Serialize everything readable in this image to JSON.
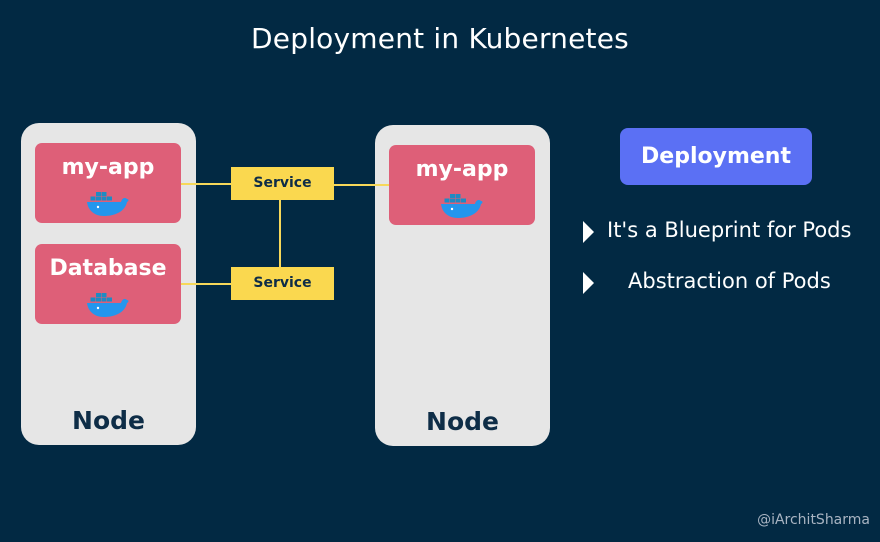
{
  "title": "Deployment in Kubernetes",
  "nodes": [
    {
      "label": "Node"
    },
    {
      "label": "Node"
    }
  ],
  "pods": [
    {
      "label": "my-app",
      "icon": "docker-whale-icon"
    },
    {
      "label": "Database",
      "icon": "docker-whale-icon"
    },
    {
      "label": "my-app",
      "icon": "docker-whale-icon"
    }
  ],
  "services": [
    {
      "label": "Service"
    },
    {
      "label": "Service"
    }
  ],
  "deployment": {
    "label": "Deployment"
  },
  "bullets": [
    {
      "icon": "chevron-right-icon",
      "text": "It's a Blueprint for Pods"
    },
    {
      "icon": "chevron-right-icon",
      "text": "Abstraction of Pods"
    }
  ],
  "credit": "@iArchitSharma",
  "colors": {
    "background": "#022943",
    "node": "#e6e6e6",
    "pod": "#de5f78",
    "service": "#fad84f",
    "deployment": "#5b70f4"
  }
}
